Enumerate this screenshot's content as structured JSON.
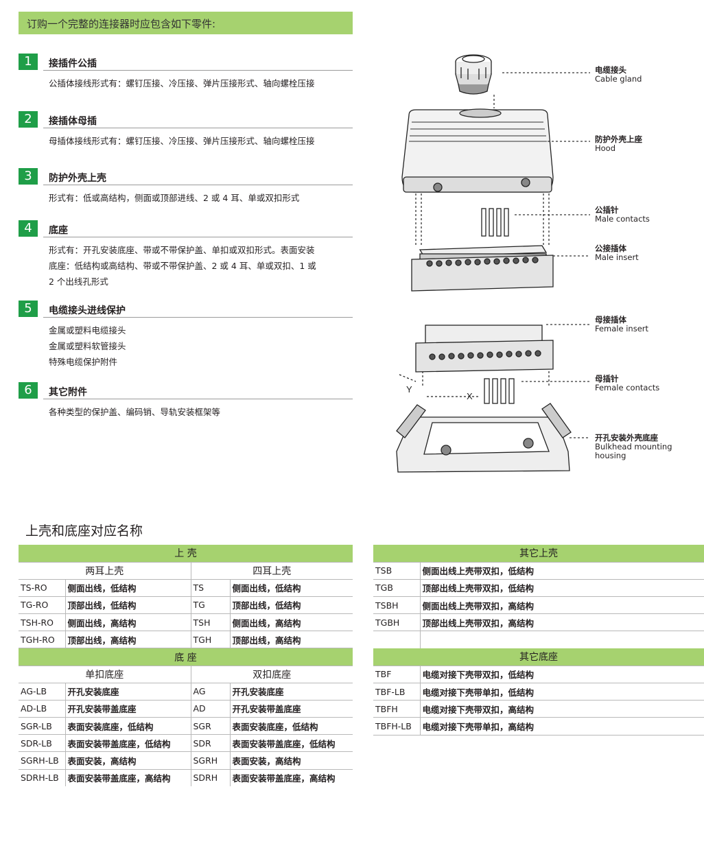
{
  "banner": "订购一个完整的连接器时应包含如下零件:",
  "sections": [
    {
      "num": "1",
      "title": "接插件公插",
      "lines": [
        "公插体接线形式有：螺钉压接、冷压接、弹片压接形式、轴向螺栓压接"
      ]
    },
    {
      "num": "2",
      "title": "接插体母插",
      "lines": [
        "母插体接线形式有：螺钉压接、冷压接、弹片压接形式、轴向螺栓压接"
      ]
    },
    {
      "num": "3",
      "title": "防护外壳上壳",
      "lines": [
        "形式有：低或高结构，侧面或顶部进线、2 或 4 耳、单或双扣形式"
      ]
    },
    {
      "num": "4",
      "title": "底座",
      "lines": [
        "形式有：开孔安装底座、带或不带保护盖、单扣或双扣形式。表面安装",
        "底座：低结构或高结构、带或不带保护盖、2 或 4 耳、单或双扣、1 或",
        "2 个出线孔形式"
      ]
    },
    {
      "num": "5",
      "title": "电缆接头进线保护",
      "lines": [
        "金属或塑料电缆接头",
        "金属或塑料软管接头",
        "特殊电缆保护附件"
      ]
    },
    {
      "num": "6",
      "title": "其它附件",
      "lines": [
        "各种类型的保护盖、编码销、导轨安装框架等"
      ]
    }
  ],
  "diagram": {
    "labels": [
      {
        "cn": "电缆接头",
        "en": "Cable gland"
      },
      {
        "cn": "防护外壳上座",
        "en": "Hood"
      },
      {
        "cn": "公插针",
        "en": "Male  contacts"
      },
      {
        "cn": "公接插体",
        "en": "Male  insert"
      },
      {
        "cn": "母接插体",
        "en": "Female  insert"
      },
      {
        "cn": "母插针",
        "en": "Female  contacts"
      },
      {
        "cn": "开孔安装外壳底座",
        "en": "Bulkhead  mounting",
        "en2": "housing"
      }
    ],
    "dim_x": "X",
    "dim_y": "Y"
  },
  "names_title": "上壳和底座对应名称",
  "left_table": {
    "hood_header": "上 壳",
    "hood_col1": "两耳上壳",
    "hood_col2": "四耳上壳",
    "hood_rows": [
      [
        "TS-RO",
        "侧面出线，低结构",
        "TS",
        "侧面出线，低结构"
      ],
      [
        "TG-RO",
        "顶部出线，低结构",
        "TG",
        "顶部出线，低结构"
      ],
      [
        "TSH-RO",
        "侧面出线，高结构",
        "TSH",
        "侧面出线，高结构"
      ],
      [
        "TGH-RO",
        "顶部出线，高结构",
        "TGH",
        "顶部出线，高结构"
      ]
    ],
    "base_header": "底 座",
    "base_col1": "单扣底座",
    "base_col2": "双扣底座",
    "base_rows": [
      [
        "AG-LB",
        "开孔安装底座",
        "AG",
        "开孔安装底座"
      ],
      [
        "AD-LB",
        "开孔安装带盖底座",
        "AD",
        "开孔安装带盖底座"
      ],
      [
        "SGR-LB",
        "表面安装底座，低结构",
        "SGR",
        "表面安装底座，低结构"
      ],
      [
        "SDR-LB",
        "表面安装带盖底座，低结构",
        "SDR",
        "表面安装带盖底座，低结构"
      ],
      [
        "SGRH-LB",
        "表面安装，高结构",
        "SGRH",
        "表面安装，高结构"
      ],
      [
        "SDRH-LB",
        "表面安装带盖底座，高结构",
        "SDRH",
        "表面安装带盖底座，高结构"
      ]
    ]
  },
  "right_table": {
    "other_hood_header": "其它上壳",
    "other_hood_rows": [
      [
        "TSB",
        "侧面出线上壳带双扣，低结构"
      ],
      [
        "TGB",
        "顶部出线上壳带双扣，低结构"
      ],
      [
        "TSBH",
        "侧面出线上壳带双扣，高结构"
      ],
      [
        "TGBH",
        "顶部出线上壳带双扣，高结构"
      ]
    ],
    "other_base_header": "其它底座",
    "other_base_rows": [
      [
        "TBF",
        "电缆对接下壳带双扣，低结构"
      ],
      [
        "TBF-LB",
        "电缆对接下壳带单扣，低结构"
      ],
      [
        "TBFH",
        "电缆对接下壳带双扣，高结构"
      ],
      [
        "TBFH-LB",
        "电缆对接下壳带单扣，高结构"
      ]
    ]
  }
}
